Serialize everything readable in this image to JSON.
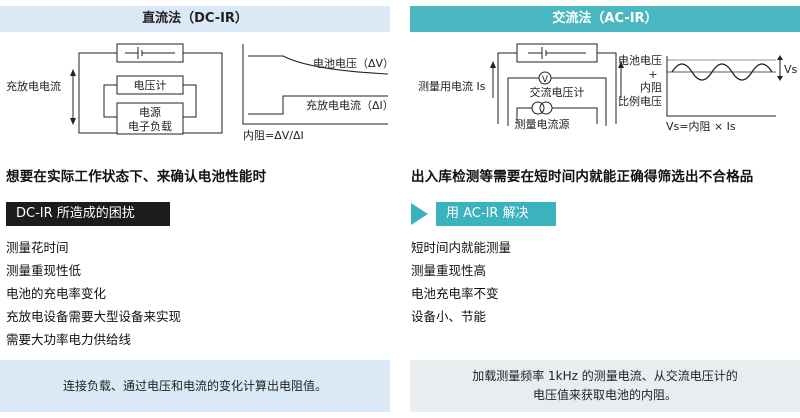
{
  "dc": {
    "header": "直流法（DC-IR）",
    "diagram": {
      "current_label": "充放电电流",
      "voltmeter": "电压计",
      "source_line1": "电源",
      "source_line2": "电子负载",
      "voltage_change": "电池电压（ΔV）",
      "current_change": "充放电电流（ΔI）",
      "formula": "内阻=ΔV/ΔI"
    },
    "title": "想要在实际工作状态下、来确认电池性能时",
    "label": "DC-IR 所造成的困扰",
    "items": [
      "测量花时间",
      "测量重现性低",
      "电池的充电率变化",
      "充放电设备需要大型设备来实现",
      "需要大功率电力供给线"
    ],
    "footer": "连接负载、通过电压和电流的变化计算出电阻值。"
  },
  "ac": {
    "header": "交流法（AC-IR）",
    "diagram": {
      "measure_current": "测量用电流 Is",
      "ac_voltmeter": "交流电压计",
      "current_source": "测量电流源",
      "v_symbol": "V",
      "battery_voltage": "电池电压",
      "plus": "+",
      "internal_resistance": "内阻",
      "proportional_voltage": "比例电压",
      "vs": "Vs",
      "formula": "Vs=内阻 × Is"
    },
    "title": "出入库检测等需要在短时间内就能正确得筛选出不合格品",
    "label": "用 AC-IR 解决",
    "items": [
      "短时间内就能测量",
      "测量重现性高",
      "电池充电率不变",
      "设备小、节能"
    ],
    "footer_line1": "加载测量频率 1kHz 的测量电流、从交流电压计的",
    "footer_line2": "电压值来获取电池的内阻。"
  }
}
